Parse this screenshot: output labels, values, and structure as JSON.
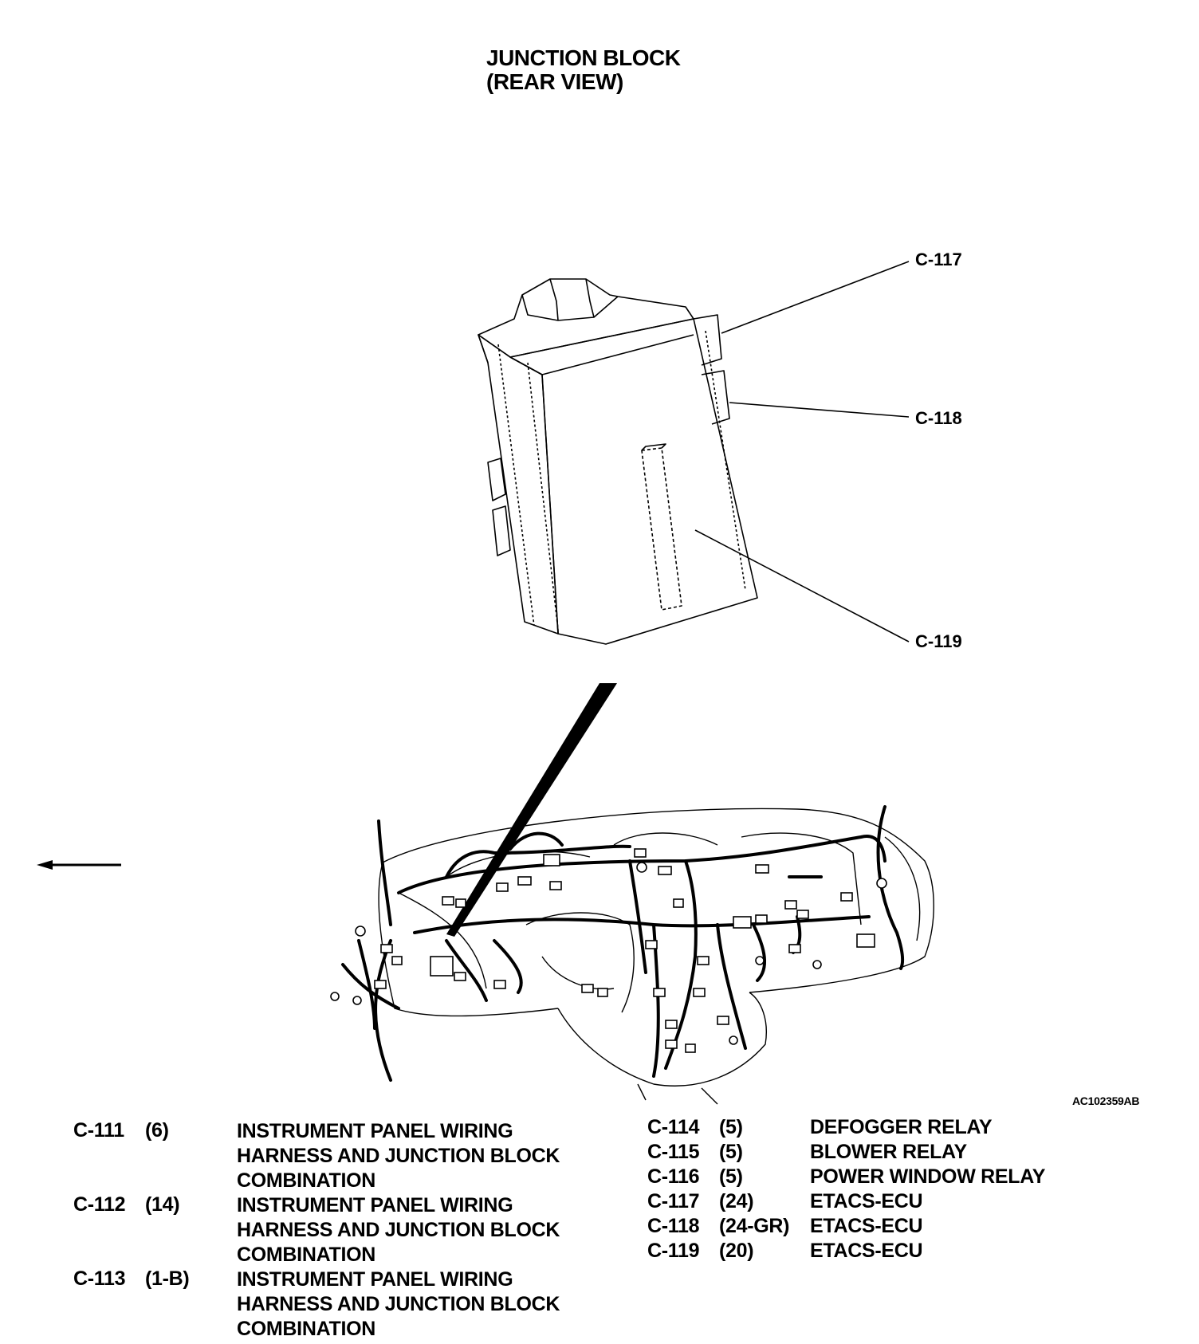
{
  "title": {
    "line1": "JUNCTION BLOCK",
    "line2": "(REAR VIEW)"
  },
  "callouts": {
    "c117": "C-117",
    "c118": "C-118",
    "c119": "C-119"
  },
  "figure_id": "AC102359AB",
  "legend_left": [
    {
      "code": "C-111",
      "pins": "(6)",
      "desc": "INSTRUMENT PANEL WIRING HARNESS AND JUNCTION BLOCK COMBINATION"
    },
    {
      "code": "C-112",
      "pins": "(14)",
      "desc": "INSTRUMENT PANEL WIRING HARNESS AND JUNCTION BLOCK COMBINATION"
    },
    {
      "code": "C-113",
      "pins": "(1-B)",
      "desc": "INSTRUMENT PANEL WIRING HARNESS AND JUNCTION BLOCK COMBINATION"
    }
  ],
  "legend_right": [
    {
      "code": "C-114",
      "pins": "(5)",
      "desc": "DEFOGGER RELAY"
    },
    {
      "code": "C-115",
      "pins": "(5)",
      "desc": "BLOWER RELAY"
    },
    {
      "code": "C-116",
      "pins": "(5)",
      "desc": "POWER WINDOW RELAY"
    },
    {
      "code": "C-117",
      "pins": "(24)",
      "desc": "ETACS-ECU"
    },
    {
      "code": "C-118",
      "pins": "(24-GR)",
      "desc": "ETACS-ECU"
    },
    {
      "code": "C-119",
      "pins": "(20)",
      "desc": "ETACS-ECU"
    }
  ]
}
